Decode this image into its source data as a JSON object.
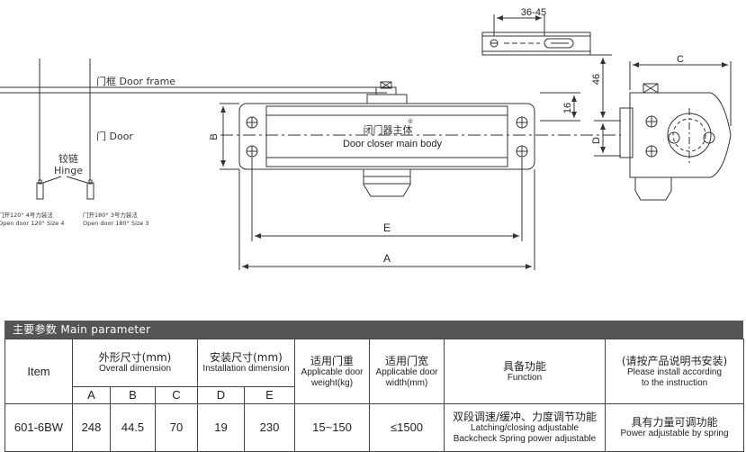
{
  "drawing": {
    "dim_36_45": "36-45",
    "dim_C": "C",
    "dim_46": "46",
    "dim_16": "16",
    "dim_D": "D",
    "dim_B": "B",
    "dim_E": "E",
    "dim_A": "A",
    "door_frame": "门框 Door frame",
    "door": "门 Door",
    "hinge_zh": "铰链",
    "hinge_en": "Hinge",
    "body_zh": "闭门器主体",
    "body_en": "Door closer main body",
    "body_mark": "®",
    "note_left_zh": "门开120° 4号力装法",
    "note_left_en": "Open door 120° Size 4",
    "note_right_zh": "门开180° 3号力装法",
    "note_right_en": "Open door 180° Size 3"
  },
  "table": {
    "banner": "主要参数 Main parameter",
    "h_item": "Item",
    "h_overall_zh": "外形尺寸(mm)",
    "h_overall_en": "Overall dimension",
    "h_install_zh": "安装尺寸(mm)",
    "h_install_en": "Installation dimension",
    "h_weight_zh": "适用门重",
    "h_weight_en1": "Applicable door",
    "h_weight_en2": "weight(kg)",
    "h_width_zh": "适用门宽",
    "h_width_en1": "Applicable door",
    "h_width_en2": "width(mm)",
    "h_func_zh": "具备功能",
    "h_func_en": "Function",
    "h_note_zh": "(请按产品说明书安装)",
    "h_note_en1": "Please install according",
    "h_note_en2": "to the instruction",
    "sub": [
      "A",
      "B",
      "C",
      "D",
      "E"
    ],
    "row": {
      "item": "601-6BW",
      "a": "248",
      "b": "44.5",
      "c": "70",
      "d": "19",
      "e": "230",
      "weight": "15~150",
      "width": "≤1500",
      "func_zh": "双段调速/缓冲、力度调节功能",
      "func_en1": "Latching/closing adjustable",
      "func_en2": "Backcheck  Spring power adjustable",
      "note_zh": "具有力量可调功能",
      "note_en": "Power adjustable by spring"
    }
  }
}
